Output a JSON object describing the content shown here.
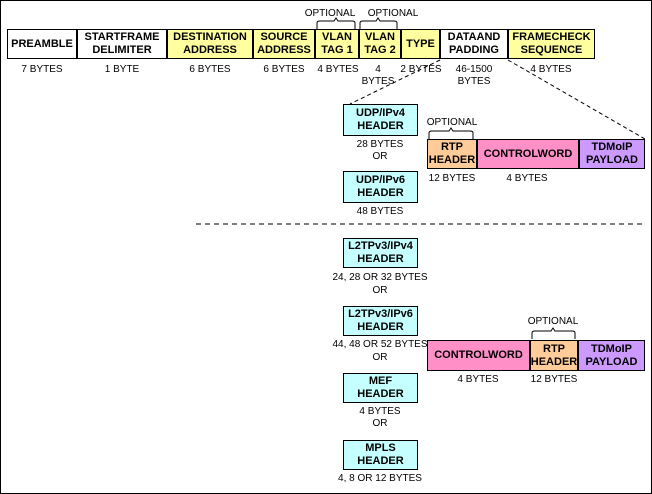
{
  "frame_fields": [
    {
      "label": "PREAMBLE",
      "size": "7 BYTES"
    },
    {
      "label": "STARTFRAME\nDELIMITER",
      "size": "1 BYTE"
    },
    {
      "label": "DESTINATION\nADDRESS",
      "size": "6 BYTES"
    },
    {
      "label": "SOURCE\nADDRESS",
      "size": "6 BYTES"
    },
    {
      "label": "VLAN\nTAG 1",
      "size": "4 BYTES"
    },
    {
      "label": "VLAN\nTAG 2",
      "size": "4\nBYTES"
    },
    {
      "label": "TYPE",
      "size": "2 BYTES"
    },
    {
      "label": "DATAAND\nPADDING",
      "size": "46-1500\nBYTES"
    },
    {
      "label": "FRAMECHECK\nSEQUENCE",
      "size": "4 BYTES"
    }
  ],
  "optional_labels": {
    "vlan1": "OPTIONAL",
    "vlan2": "OPTIONAL",
    "rtp_upper": "OPTIONAL",
    "rtp_lower": "OPTIONAL"
  },
  "udp_section": {
    "headers": [
      {
        "label": "UDP/IPv4\nHEADER",
        "size": "28 BYTES"
      },
      {
        "label": "UDP/IPv6\nHEADER",
        "size": "48 BYTES"
      }
    ],
    "or_text": "OR",
    "payload": {
      "rtp": {
        "label": "RTP\nHEADER",
        "size": "12 BYTES"
      },
      "controlword": {
        "label": "CONTROLWORD",
        "size": "4 BYTES"
      },
      "tdmoip": {
        "label": "TDMoIP\nPAYLOAD"
      }
    }
  },
  "l2tp_section": {
    "headers": [
      {
        "label": "L2TPv3/IPv4\nHEADER",
        "size": "24, 28 OR 32 BYTES"
      },
      {
        "label": "L2TPv3/IPv6\nHEADER",
        "size": "44, 48 OR 52 BYTES"
      },
      {
        "label": "MEF\nHEADER",
        "size": "4 BYTES"
      },
      {
        "label": "MPLS\nHEADER",
        "size": "4, 8  OR 12 BYTES"
      }
    ],
    "or_text": "OR",
    "payload": {
      "controlword": {
        "label": "CONTROLWORD",
        "size": "4 BYTES"
      },
      "rtp": {
        "label": "RTP\nHEADER",
        "size": "12 BYTES"
      },
      "tdmoip": {
        "label": "TDMoIP\nPAYLOAD"
      }
    }
  },
  "colors": {
    "yellow": "#ffffa0",
    "cyan": "#c6ffff",
    "orange": "#ffcc99",
    "pink": "#ff8fc7",
    "purple": "#cc99ff"
  }
}
